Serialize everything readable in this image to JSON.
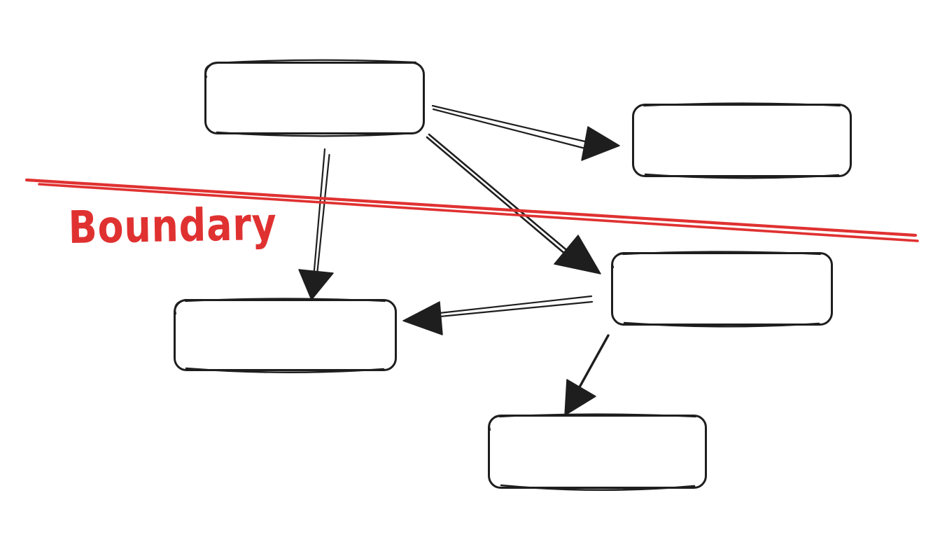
{
  "diagram": {
    "boundary_label": "Boundary",
    "nodes": [
      {
        "id": "top-left",
        "label": ""
      },
      {
        "id": "top-right",
        "label": ""
      },
      {
        "id": "mid-right",
        "label": ""
      },
      {
        "id": "mid-left",
        "label": ""
      },
      {
        "id": "bottom",
        "label": ""
      }
    ],
    "edges": [
      {
        "from": "top-left",
        "to": "top-right",
        "style": "double-line-arrow"
      },
      {
        "from": "top-left",
        "to": "mid-left",
        "style": "double-line-arrow"
      },
      {
        "from": "top-left",
        "to": "mid-right",
        "style": "thick-line-arrow"
      },
      {
        "from": "mid-right",
        "to": "mid-left",
        "style": "double-line-arrow"
      },
      {
        "from": "mid-right",
        "to": "bottom",
        "style": "line-arrow"
      }
    ],
    "boundary": {
      "style": "double-red-line",
      "crosses": [
        "top-left->mid-left",
        "top-left->mid-right"
      ]
    }
  },
  "colors": {
    "ink": "#1e1e1e",
    "boundary_red": "#e03131",
    "node_fill": "#ffffff",
    "background": "#ffffff"
  }
}
